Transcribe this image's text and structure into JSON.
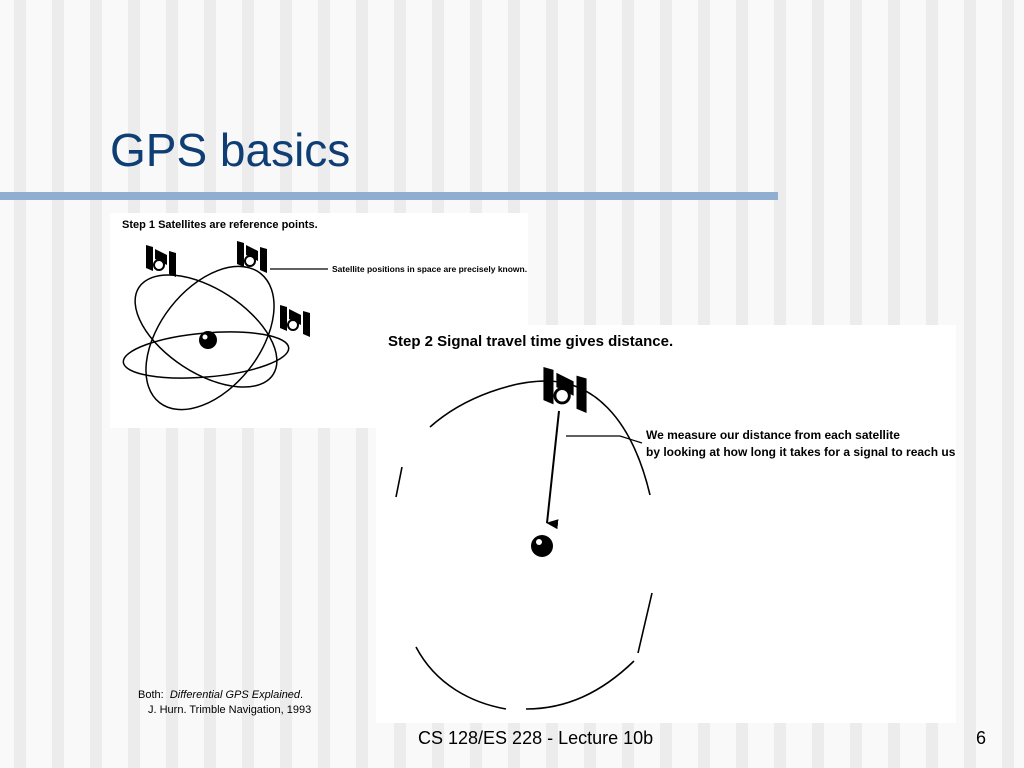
{
  "slide": {
    "title": "GPS basics",
    "footer": "CS 128/ES 228 - Lecture 10b",
    "slide_number": "6"
  },
  "figure1": {
    "heading": "Step 1  Satellites are reference points.",
    "annotation": "Satellite positions in space are precisely known."
  },
  "figure2": {
    "heading": "Step 2  Signal travel time gives distance.",
    "annotation_line1": "We measure our distance from each satellite",
    "annotation_line2": "by looking at how long it takes for a signal to reach us."
  },
  "citation": {
    "prefix": "Both:",
    "book_title": "Differential GPS Explained",
    "book_suffix": ".",
    "line2": "J. Hurn.  Trimble Navigation, 1993"
  },
  "colors": {
    "title": "#0f3e75",
    "rule": "#8faed0",
    "figure_ink": "#000000"
  }
}
